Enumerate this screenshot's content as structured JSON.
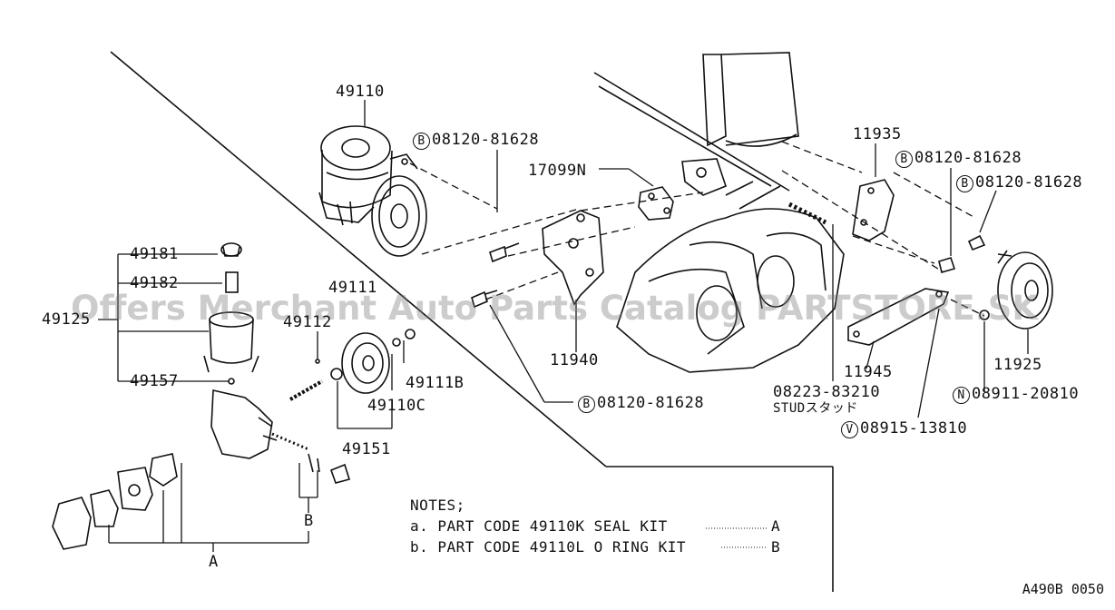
{
  "watermark": "Offers Merchant Auto Parts Catalog PARTSTORE.SK",
  "diagram_code": "A490B 0050",
  "labels": {
    "p49110": "49110",
    "b1_circle": "B",
    "b1_code": "08120-81628",
    "p17099n": "17099N",
    "p11935": "11935",
    "b2_circle": "B",
    "b2_code": "08120-81628",
    "b3_circle": "B",
    "b3_code": "08120-81628",
    "p49181": "49181",
    "p49182": "49182",
    "p49125": "49125",
    "p49157": "49157",
    "p49111": "49111",
    "p49112": "49112",
    "p49111b": "49111B",
    "p49110c": "49110C",
    "p49151": "49151",
    "p11940": "11940",
    "b4_circle": "B",
    "b4_code": "08120-81628",
    "p11945": "11945",
    "p11925": "11925",
    "stud_code": "08223-83210",
    "stud_text": "STUDスタッド",
    "n_circle": "N",
    "n_code": "08911-20810",
    "v_circle": "V",
    "v_code": "08915-13810",
    "ref_a": "A",
    "ref_b": "B"
  },
  "notes": {
    "title": "NOTES;",
    "line_a": "a. PART CODE 49110K SEAL KIT",
    "line_a_ref": "A",
    "line_b": "b. PART CODE 49110L O RING KIT",
    "line_b_ref": "B"
  }
}
